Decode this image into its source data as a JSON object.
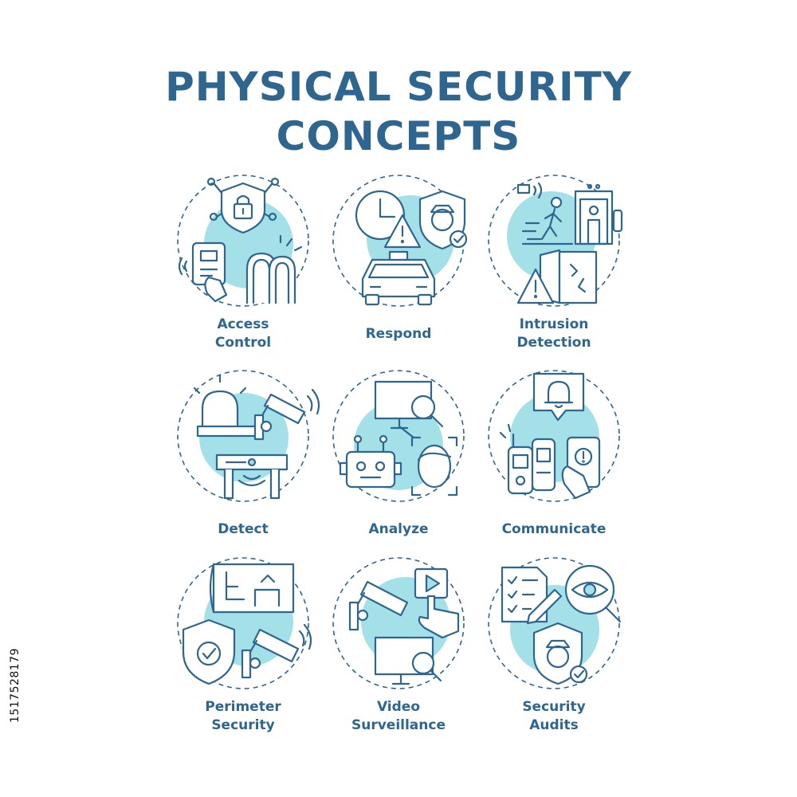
{
  "title": {
    "line1": "PHYSICAL SECURITY",
    "line2": "CONCEPTS"
  },
  "stock_id": "1517528179",
  "colors": {
    "text": "#2e6690",
    "accent": "#a3e0e8",
    "background": "#ffffff"
  },
  "concepts": [
    {
      "line1": "Access",
      "line2": "Control",
      "icons": [
        "shield-lock-icon",
        "card-reader-icon",
        "security-gate-icon"
      ]
    },
    {
      "line1": "Respond",
      "icons": [
        "clock-icon",
        "warning-icon",
        "guard-shield-icon",
        "police-car-icon"
      ]
    },
    {
      "line1": "Intrusion",
      "line2": "Detection",
      "icons": [
        "motion-sensor-icon",
        "running-person-icon",
        "metal-detector-icon",
        "broken-window-icon"
      ]
    },
    {
      "line1": "Detect",
      "icons": [
        "alarm-siren-icon",
        "security-camera-icon",
        "laser-table-icon"
      ]
    },
    {
      "line1": "Analyze",
      "icons": [
        "monitor-search-icon",
        "robot-icon",
        "face-scan-icon"
      ]
    },
    {
      "line1": "Communicate",
      "icons": [
        "notification-bell-icon",
        "walkie-talkie-icon",
        "phone-alert-icon"
      ]
    },
    {
      "line1": "Perimeter",
      "line2": "Security",
      "icons": [
        "floor-plan-icon",
        "checked-shield-icon",
        "security-camera-icon"
      ]
    },
    {
      "line1": "Video",
      "line2": "Surveillance",
      "icons": [
        "security-camera-icon",
        "play-button-icon",
        "monitor-search-icon"
      ]
    },
    {
      "line1": "Security",
      "line2": "Audits",
      "icons": [
        "checklist-icon",
        "eye-magnifier-icon",
        "guard-shield-icon"
      ]
    }
  ]
}
